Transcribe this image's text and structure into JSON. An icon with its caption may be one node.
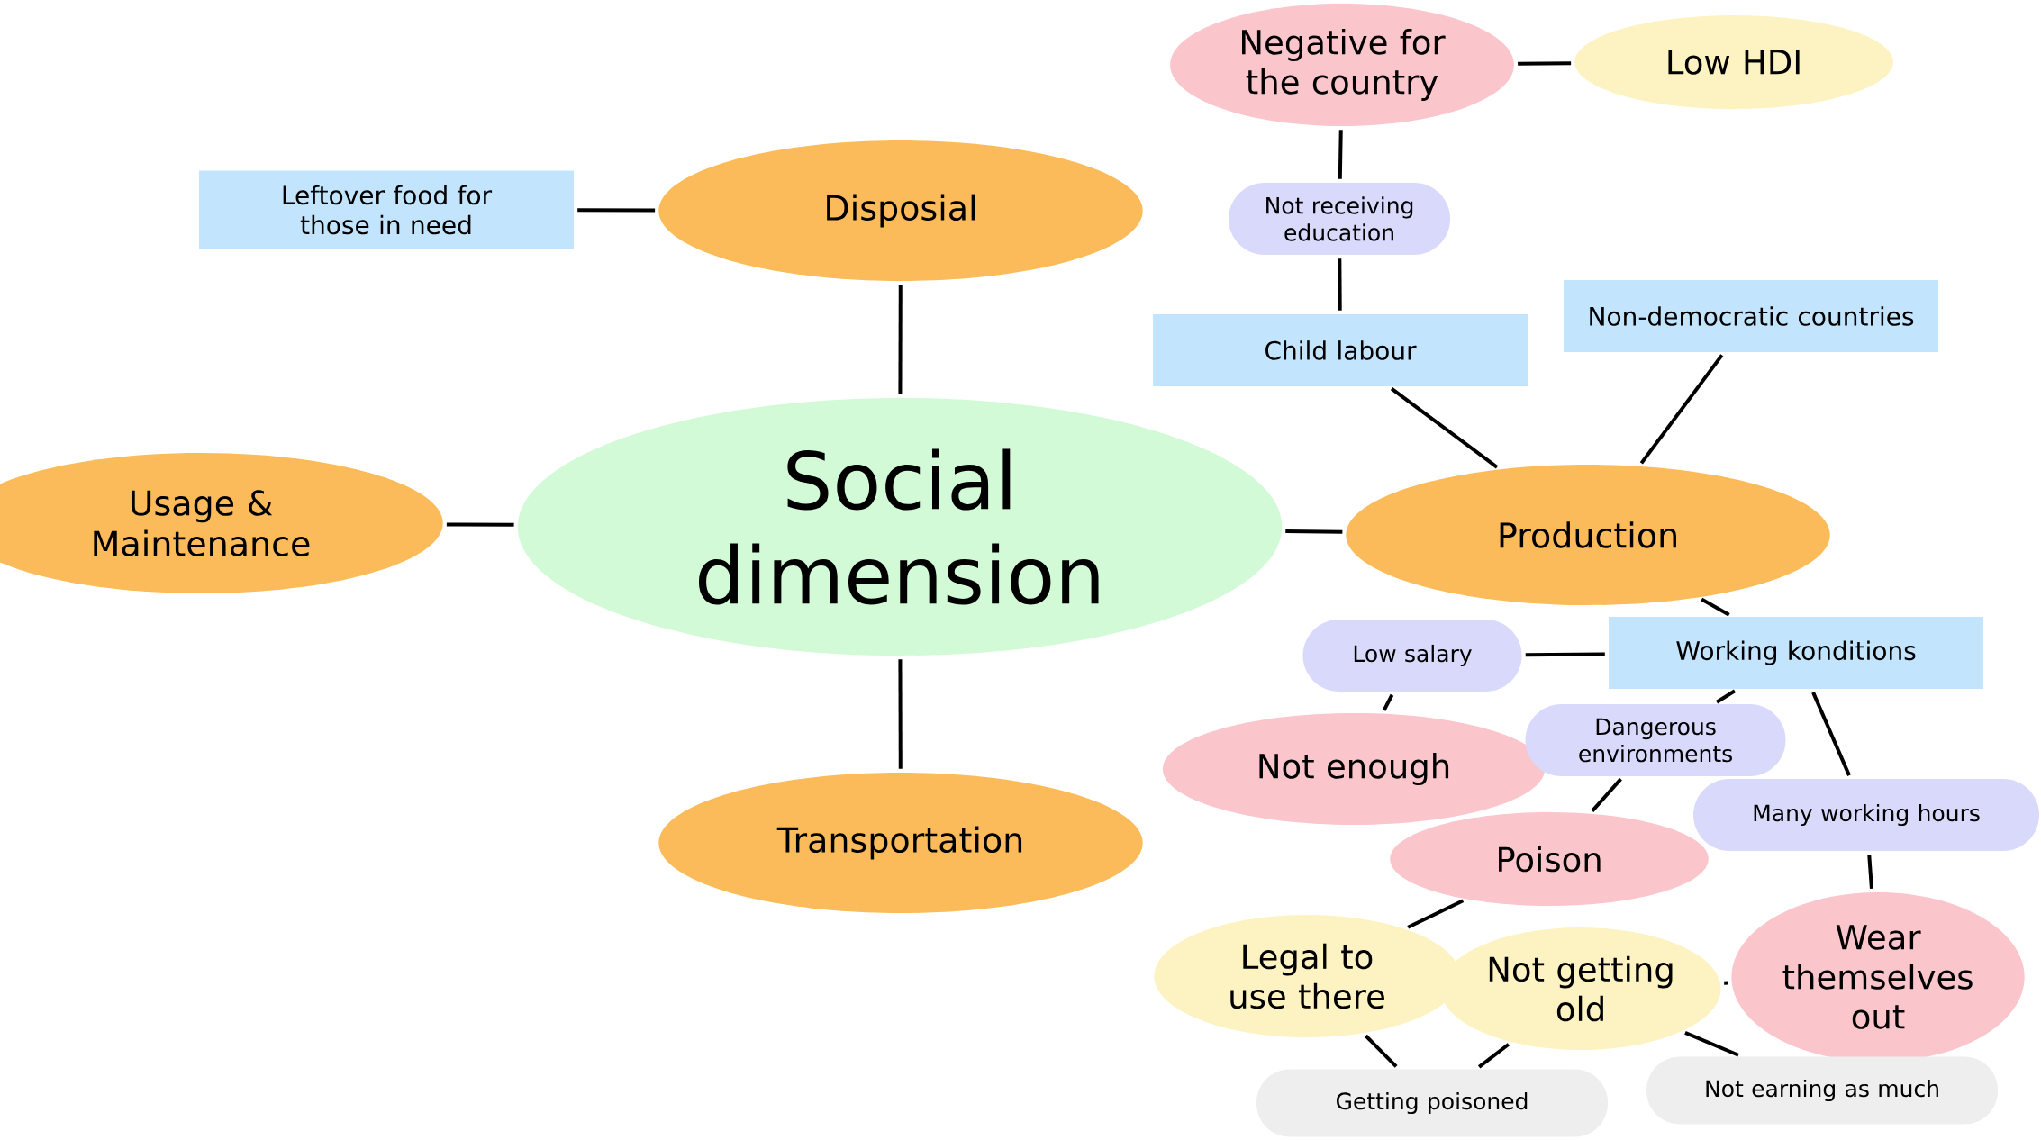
{
  "diagram": {
    "nodes": [
      {
        "text": [
          "Social dimension"
        ]
      },
      {
        "text": [
          "Disposial"
        ]
      },
      {
        "text": [
          "Leftover food for those in need"
        ]
      },
      {
        "text": [
          "Usage & Maintenance"
        ]
      },
      {
        "text": [
          "Transportation"
        ]
      },
      {
        "text": [
          "Production"
        ]
      },
      {
        "text": [
          "Child labour"
        ]
      },
      {
        "text": [
          "Non-democratic countries"
        ]
      },
      {
        "text": [
          "Not receiving education"
        ]
      },
      {
        "text": [
          "Negative for the country"
        ]
      },
      {
        "text": [
          "Low HDI"
        ]
      },
      {
        "text": [
          "Working konditions"
        ]
      },
      {
        "text": [
          "Low salary"
        ]
      },
      {
        "text": [
          "Not enough"
        ]
      },
      {
        "text": [
          "Dangerous environments"
        ]
      },
      {
        "text": [
          "Many working hours"
        ]
      },
      {
        "text": [
          "Poison"
        ]
      },
      {
        "text": [
          "Wear themselves out"
        ]
      },
      {
        "text": [
          "Legal to use there"
        ]
      },
      {
        "text": [
          "Not getting old"
        ]
      },
      {
        "text": [
          "Getting poisoned"
        ]
      },
      {
        "text": [
          "Not earning as much"
        ]
      }
    ],
    "edges": [
      {
        "from": 0,
        "to": 1,
        "arrow": "none"
      },
      {
        "from": 1,
        "to": 2,
        "arrow": "none"
      },
      {
        "from": 0,
        "to": 3,
        "arrow": "none"
      },
      {
        "from": 0,
        "to": 4,
        "arrow": "none"
      },
      {
        "from": 0,
        "to": 5,
        "arrow": "none"
      },
      {
        "from": 5,
        "to": 6,
        "arrow": "none"
      },
      {
        "from": 5,
        "to": 7,
        "arrow": "none"
      },
      {
        "from": 6,
        "to": 8,
        "arrow": "none"
      },
      {
        "from": 8,
        "to": 9,
        "arrow": "none"
      },
      {
        "from": 9,
        "to": 10,
        "arrow": "none"
      },
      {
        "from": 5,
        "to": 11,
        "arrow": "none"
      },
      {
        "from": 11,
        "to": 12,
        "arrow": "none"
      },
      {
        "from": 12,
        "to": 13,
        "arrow": "none"
      },
      {
        "from": 11,
        "to": 14,
        "arrow": "none"
      },
      {
        "from": 14,
        "to": 16,
        "arrow": "none"
      },
      {
        "from": 11,
        "to": 15,
        "arrow": "none"
      },
      {
        "from": 15,
        "to": 17,
        "arrow": "none"
      },
      {
        "from": 16,
        "to": 18,
        "arrow": "none"
      },
      {
        "from": 17,
        "to": 19,
        "arrow": "none"
      },
      {
        "from": 18,
        "to": 20,
        "arrow": "none"
      },
      {
        "from": 19,
        "to": 20,
        "arrow": "none"
      },
      {
        "from": 19,
        "to": 21,
        "arrow": "none"
      }
    ]
  }
}
